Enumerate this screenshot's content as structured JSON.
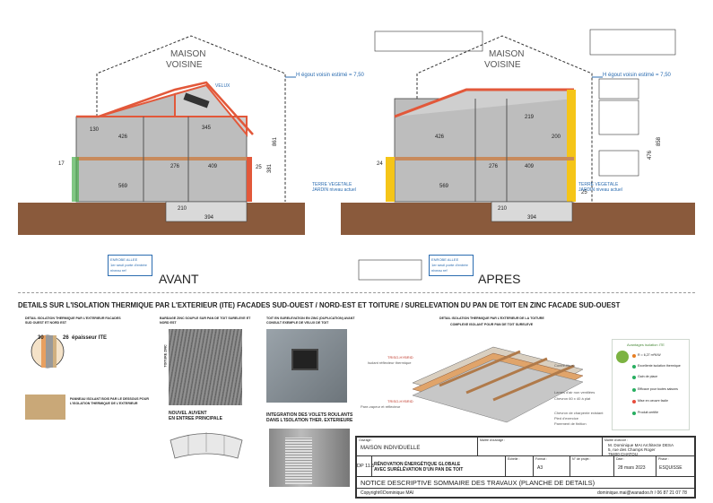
{
  "drawings": {
    "neighbor_label_line1": "MAISON",
    "neighbor_label_line2": "VOISINE",
    "egout_label": "H égout voisin estimé = 7,50",
    "velux_label": "VELUX",
    "before_caption": "AVANT",
    "after_caption": "APRES",
    "dims_before": [
      "426",
      "345",
      "276",
      "409",
      "569",
      "394",
      "210",
      "25",
      "381",
      "861",
      "130",
      "17"
    ],
    "dims_after": [
      "426",
      "219",
      "276",
      "409",
      "569",
      "394",
      "210",
      "25",
      "476",
      "858",
      "200",
      "24"
    ],
    "terrain_label_line1": "TERRE VEGETALE",
    "terrain_label_line2": "JARDIN niveau actuel",
    "enrobe_label_line1": "ENROBE ALLEE",
    "enrobe_label_line2": "1er seuil porte d'entrée",
    "enrobe_label_line3": "niveau ref"
  },
  "section_title": "DETAILS SUR L'ISOLATION THERMIQUE PAR L'EXTERIEUR (ITE) FACADES SUD-OUEST / NORD-EST ET TOITURE  / SURELEVATION DU PAN DE TOIT EN ZINC FACADE SUD-OUEST",
  "ite_detail": {
    "title": "DETAIL ISOLATION THERMIQUE PAR L'EXTERIEUR FACADES SUD OUEST ET NORD EST",
    "thickness_left": "30",
    "thickness_right": "26",
    "thickness_label": "épaisseur ITE",
    "panel_caption": "PANNEAU ISOLANT BOIS PAR LE DESSOUS POUR L'ISOLATION THERMIQUE DE L'EXTERIEUR"
  },
  "bardage": {
    "title": "BARDAGE ZINC SOUPLE SUR PAN DE TOIT SURELEVE ET NORD EST",
    "side_label": "TOITURE ZINC"
  },
  "auvent": {
    "title_line1": "NOUVEL AUVENT",
    "title_line2": "EN ENTREE PRINCIPALE"
  },
  "velux_photo": {
    "title": "TOIT EN SURELEVATION EN ZINC (DUPLICATION) AVANT CONSULT EXEMPLE DE VELUX DE TOIT"
  },
  "volets": {
    "title_line1": "INTEGRATION DES VOLETS ROULANTS",
    "title_line2": "DANS L'ISOLATION THER. EXTERIEURE"
  },
  "roof_detail": {
    "title": "DETAIL ISOLATION THERMIQUE PAR L'EXTERIEUR DE LA TOITURE",
    "subtitle": "COMPLEXE ISOLANT POUR PAN DE TOIT SURELEVE",
    "labels_left": [
      "TRISO-HYBRID",
      "Isolant réflecteur thermique",
      "TRISO-HYBRID",
      "Pare-vapeur et réflecteur"
    ],
    "labels_right": [
      "Contre-liteau",
      "Lames d'air non ventilées",
      "Chevron 60 x 40 à plat",
      "Chevron de charpente existant",
      "Pied d'exercice",
      "Parement de finition"
    ]
  },
  "advantages": {
    "title": "Avantages isolation ITE",
    "items": [
      "R = 6,27 m²K/W",
      "Excellente isolation thermique",
      "Gain de place",
      "Efficace pour toutes saisons",
      "Mise en oeuvre facile",
      "Produit certifié"
    ]
  },
  "title_block": {
    "label_ouvrage": "Ouvrage :",
    "project_name": "MAISON INDIVIDUELLE",
    "label_maitre_ouvrage": "Maître d'ouvrage :",
    "label_maitre_oeuvre": "Maître d'oeuvre :",
    "architect_line1": "M. Dominique MAI Architecte DESA",
    "architect_line2": "5, rue des Champs Roger",
    "architect_line3": "78400 CHATOU",
    "ref": "DP 11.5",
    "description_line1": "RÉNOVATION ÉNERGÉTIQUE GLOBALE",
    "description_line2": "AVEC SURÉLÉVATION D'UN PAN DE TOIT",
    "label_echelle": "Échelle :",
    "label_format": "Format :",
    "format_value": "A3",
    "label_indice": "N° de projet :",
    "label_date": "Date :",
    "date_value": "28 mars 2023",
    "label_phase": "Phase :",
    "phase_value": "ESQUISSE",
    "notice": "NOTICE DESCRIPTIVE SOMMAIRE DES TRAVAUX (PLANCHE DE DETAILS)",
    "copyright": "Copyright©Dominique MAI",
    "contact": "dominique.mai@wanadoo.fr / 06 87 21 07 78"
  }
}
